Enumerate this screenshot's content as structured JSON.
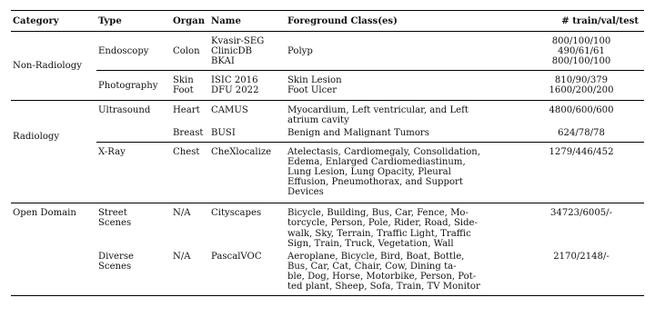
{
  "headers": {
    "category": "Category",
    "type": "Type",
    "organ": "Organ",
    "name": "Name",
    "classes": "Foreground Class(es)",
    "split": "# train/val/test"
  },
  "rows": {
    "endoscopy": {
      "category": "Non-Radiology",
      "type": "Endoscopy",
      "organ": "Colon",
      "names": [
        "Kvasir-SEG",
        "ClinicDB",
        "BKAI"
      ],
      "classes": "Polyp",
      "splits": [
        "800/100/100",
        "490/61/61",
        "800/100/100"
      ]
    },
    "photography": {
      "type": "Photography",
      "organs": [
        "Skin",
        "Foot"
      ],
      "names": [
        "ISIC 2016",
        "DFU 2022"
      ],
      "classes": [
        "Skin Lesion",
        "Foot Ulcer"
      ],
      "splits": [
        "810/90/379",
        "1600/200/200"
      ]
    },
    "ultrasound": {
      "category": "Radiology",
      "type": "Ultrasound",
      "camus": {
        "organ": "Heart",
        "name": "CAMUS",
        "classes": [
          "Myocardium, Left ventricular, and Left",
          "atrium cavity"
        ],
        "split": "4800/600/600"
      },
      "busi": {
        "organ": "Breast",
        "name": "BUSI",
        "classes": "Benign and Malignant Tumors",
        "split": "624/78/78"
      }
    },
    "xray": {
      "type": "X-Ray",
      "organ": "Chest",
      "name": "CheXlocalize",
      "classes": [
        "Atelectasis, Cardiomegaly, Consolidation,",
        "Edema, Enlarged Cardiomediastinum,",
        "Lung Lesion, Lung Opacity, Pleural",
        "Effusion, Pneumothorax, and Support",
        "Devices"
      ],
      "split": "1279/446/452"
    },
    "street": {
      "category": "Open Domain",
      "type": [
        "Street",
        "Scenes"
      ],
      "organ": "N/A",
      "name": "Cityscapes",
      "classes": [
        "Bicycle, Building, Bus, Car, Fence, Mo-",
        "torcycle, Person, Pole, Rider, Road, Side-",
        "walk, Sky, Terrain, Traffic Light, Traffic",
        "Sign, Train, Truck, Vegetation, Wall"
      ],
      "split": "34723/6005/-"
    },
    "diverse": {
      "type": [
        "Diverse",
        "Scenes"
      ],
      "organ": "N/A",
      "name": "PascalVOC",
      "classes": [
        "Aeroplane, Bicycle, Bird, Boat, Bottle,",
        "Bus, Car, Cat, Chair, Cow, Dining ta-",
        "ble, Dog, Horse, Motorbike, Person, Pot-",
        "ted plant, Sheep, Sofa, Train, TV Monitor"
      ],
      "split": "2170/2148/-"
    }
  }
}
